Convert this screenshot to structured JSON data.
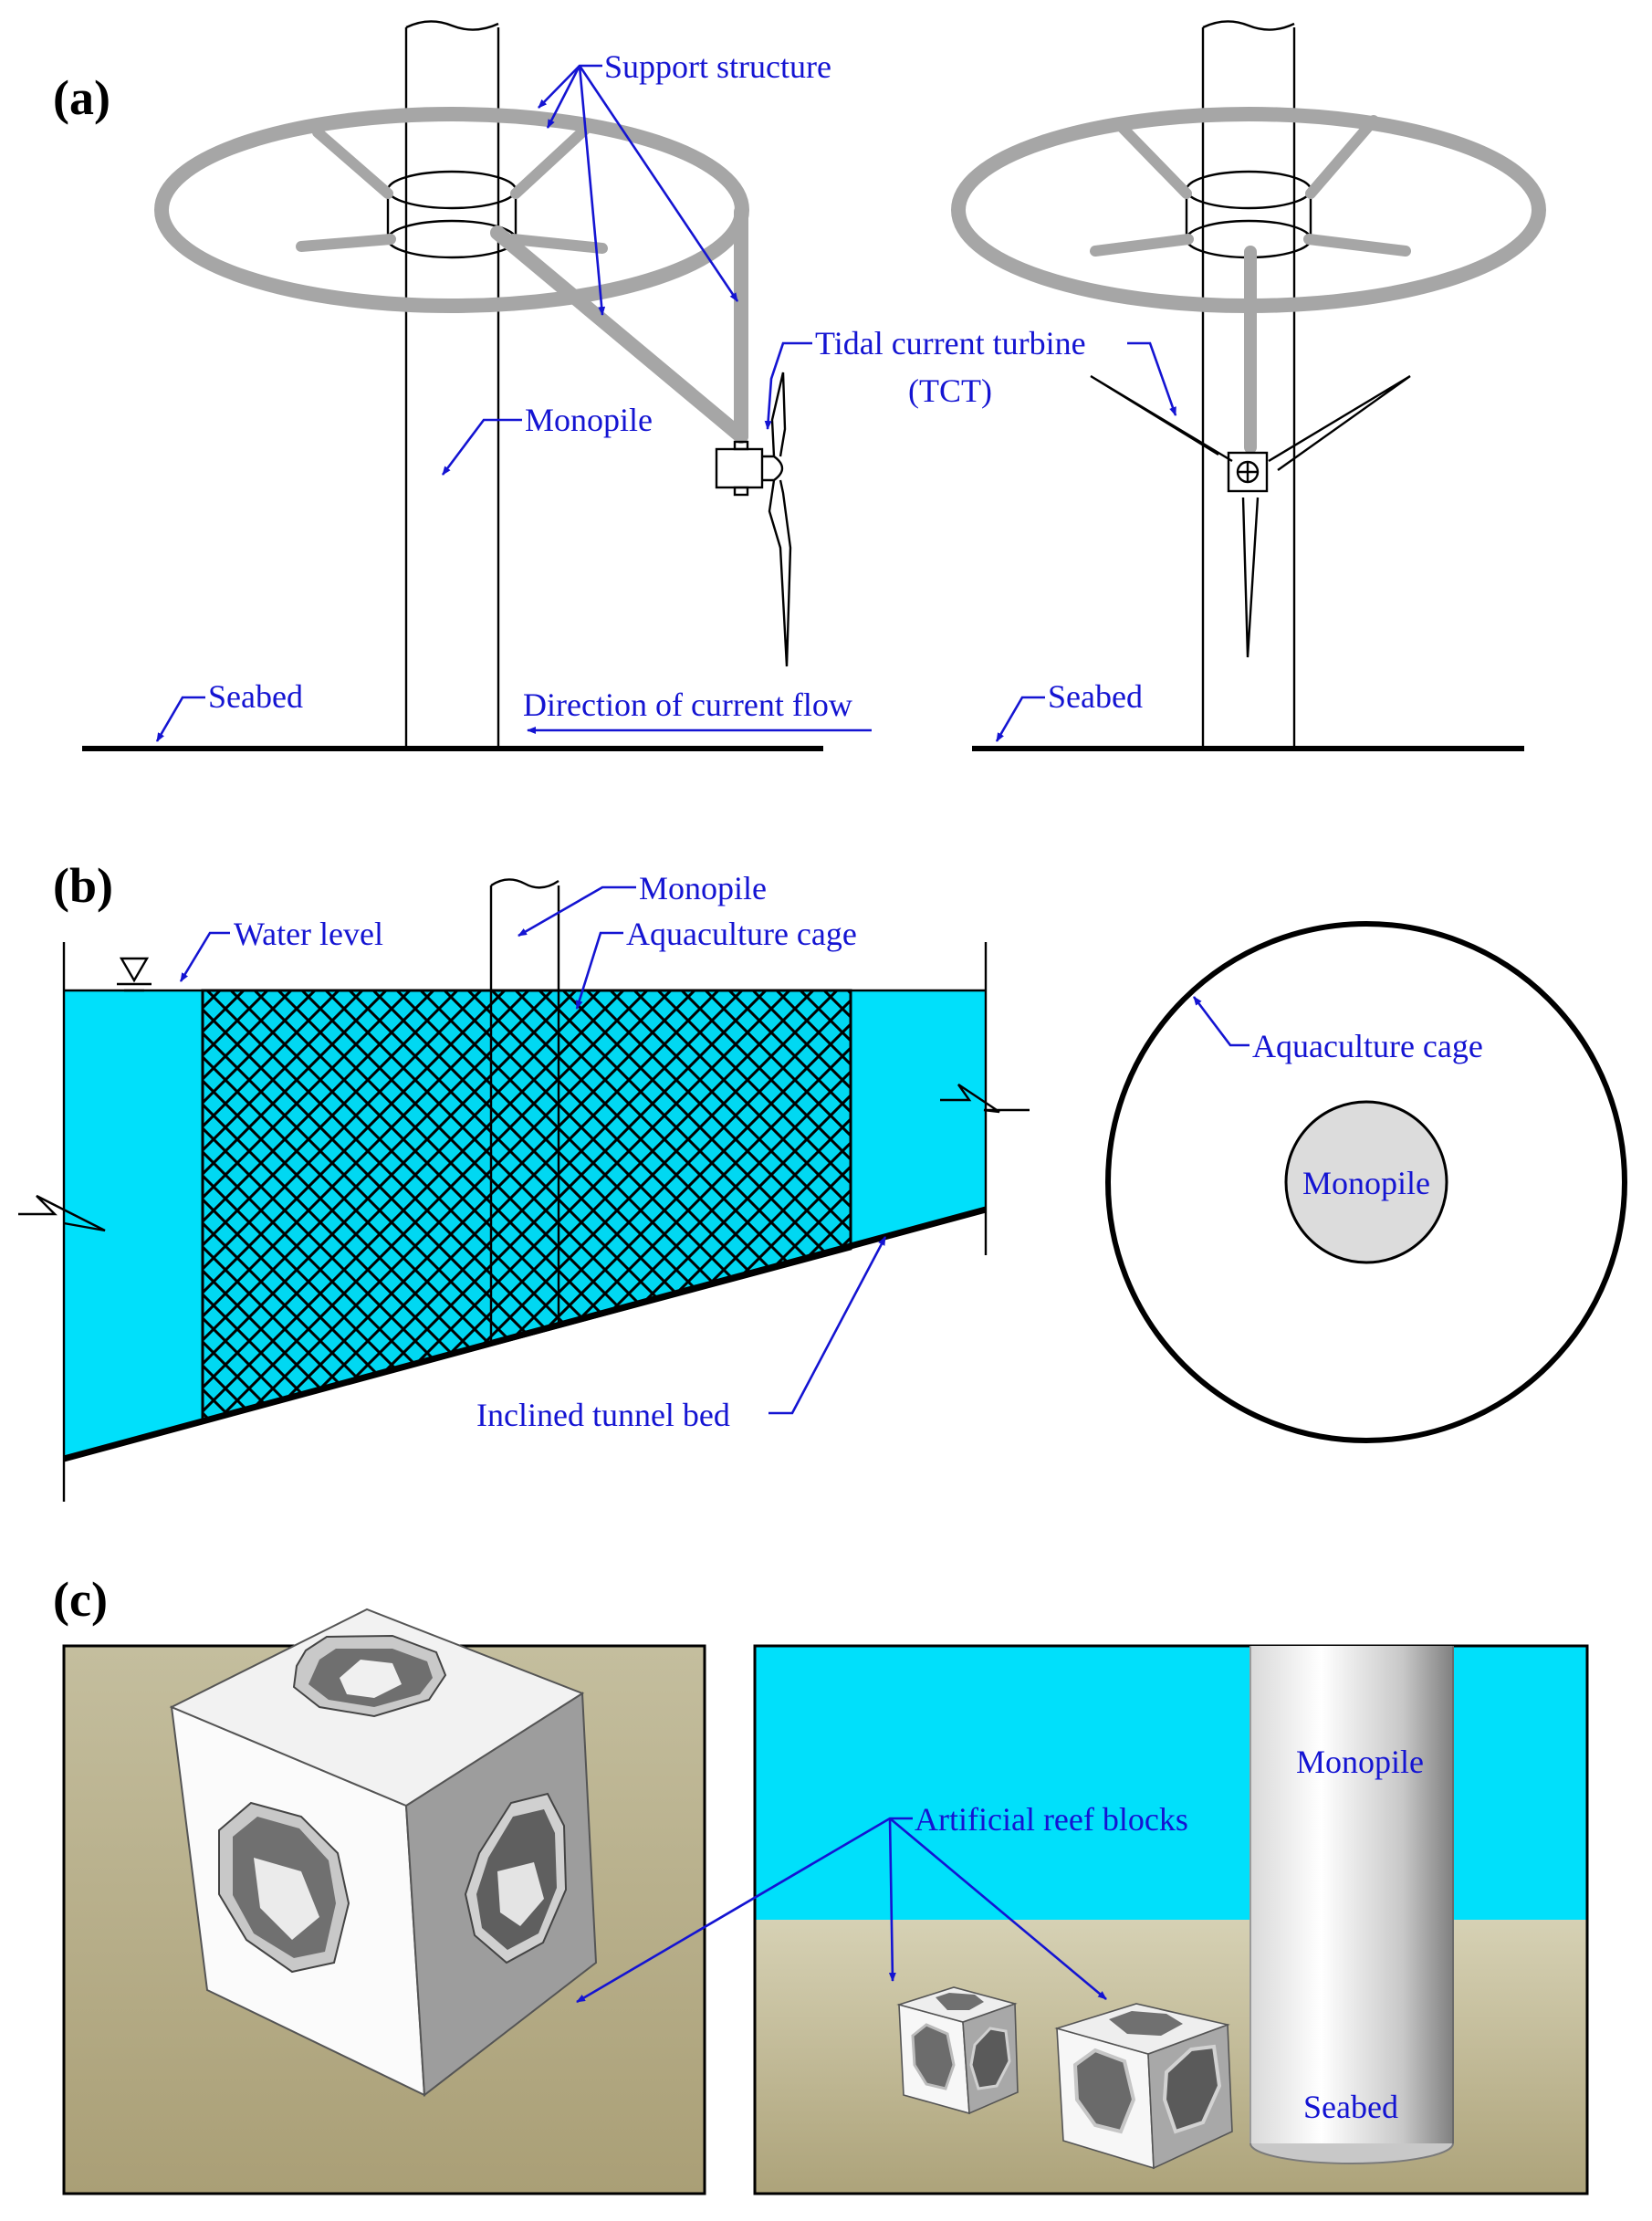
{
  "panels": {
    "a": "(a)",
    "b": "(b)",
    "c": "(c)"
  },
  "labels": {
    "support_structure": "Support structure",
    "monopile": "Monopile",
    "tidal_turbine_line1": "Tidal current turbine",
    "tidal_turbine_line2": "(TCT)",
    "seabed": "Seabed",
    "current_flow": "Direction of current flow",
    "water_level": "Water level",
    "aquaculture_cage": "Aquaculture cage",
    "inclined_bed": "Inclined tunnel bed",
    "artificial_reef": "Artificial reef blocks"
  },
  "colors": {
    "annotation": "#1414d2",
    "water": "#00e0fb",
    "seabed_sand": "#b5ad82",
    "support_gray": "#a6a6a6",
    "pile_fill": "#dcdcdc"
  },
  "icons": {
    "water_level_marker": "inverted-triangle-icon"
  }
}
